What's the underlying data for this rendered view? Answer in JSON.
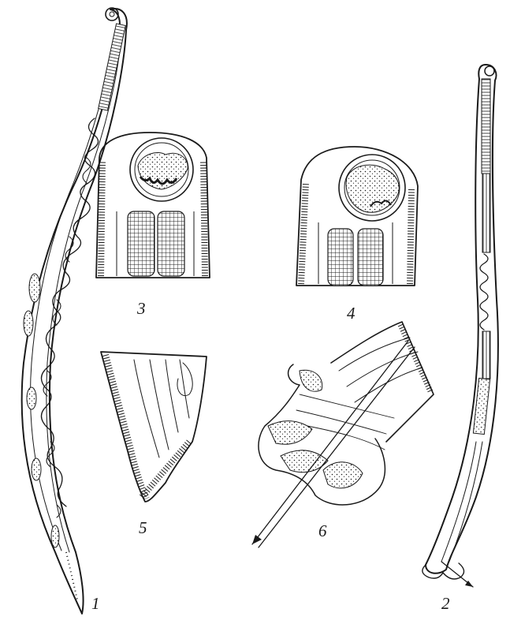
{
  "figure": {
    "labels": {
      "fig1": "1",
      "fig2": "2",
      "fig3": "3",
      "fig4": "4",
      "fig5": "5",
      "fig6": "6"
    },
    "colors": {
      "ink": "#1a1a1a",
      "paper": "#ffffff"
    }
  }
}
